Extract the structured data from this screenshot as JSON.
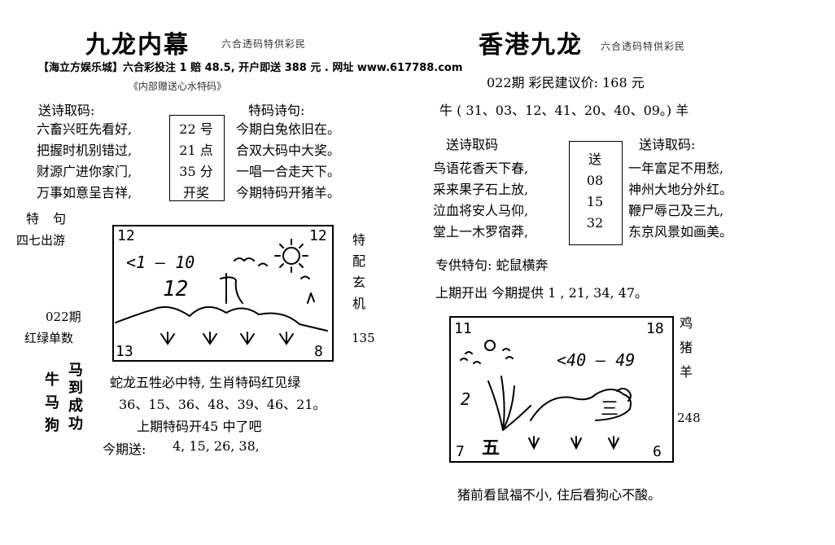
{
  "left": {
    "title": "九龙内幕",
    "subtitle": "六合透码特供彩民",
    "ad": "【海立方娱乐城】六合彩投注 1 赔 48.5, 开户即送 388 元 . 网址 www.617788.com",
    "internal_note": "《内部赠送心水特码》",
    "poem_header_left": "送诗取码:",
    "poem_header_right": "特码诗句:",
    "poem_left": [
      "六畜兴旺先看好,",
      "把握时机别错过,",
      "财源广进你家门,",
      "万事如意呈吉祥,"
    ],
    "draw_box": [
      "22 号",
      "21 点",
      "35 分",
      "开奖"
    ],
    "poem_right": [
      "今期白兔依旧在。",
      "合双大码中大奖。",
      "一唱一合走天下。",
      "今期特码开猪羊。"
    ],
    "special_label": "特 句",
    "left_side": "四七出游",
    "period_label": "022期",
    "color_label": "红绿单数",
    "right_side": [
      "特",
      "配",
      "玄",
      "机"
    ],
    "right_number": "135",
    "image_corners": [
      "12",
      "12",
      "13",
      "8"
    ],
    "image_texts": [
      "<1 — 10",
      "12"
    ],
    "zodiacs": [
      "牛",
      "马",
      "狗"
    ],
    "phrase": [
      "马",
      "到",
      "成",
      "功"
    ],
    "hint": "蛇龙五牲必中特, 生肖特码红见绿",
    "numbers": "36、15、36、48、39、46、21。",
    "last_result": "上期特码开45  中了吧",
    "today_label": "今期送:",
    "today_numbers": "4, 15, 26, 38,"
  },
  "right": {
    "title": "香港九龙",
    "subtitle": "六合透码特供彩民",
    "period_price": "022期  彩民建议价:  168 元",
    "ox_line": "牛 ( 31、03、12、41、20、40、09。) 羊",
    "poem_header_left": "送诗取码",
    "poem_header_right": "送诗取码:",
    "poem_left": [
      "鸟语花香天下春,",
      "采来果子石上放,",
      "泣血将安人马仰,",
      "堂上一木罗宿莽,"
    ],
    "send_box": [
      "送",
      "08",
      "15",
      "32"
    ],
    "poem_right": [
      "一年富足不用愁,",
      "神州大地分外红。",
      "鞭尸辱己及三九,",
      "东京风景如画美。"
    ],
    "special_phrase": "专供特句:  蛇鼠横奔",
    "last_issue": "上期开出      今期提供 1 , 21, 34, 47。",
    "image_corners": [
      "11",
      "18",
      "7",
      "6"
    ],
    "image_texts": [
      "<40 — 49",
      "2",
      "三",
      "五"
    ],
    "side_zodiacs": [
      "鸡",
      "猪",
      "羊"
    ],
    "side_number": "248",
    "footer": "猪前看鼠福不小, 住后看狗心不酸。"
  }
}
